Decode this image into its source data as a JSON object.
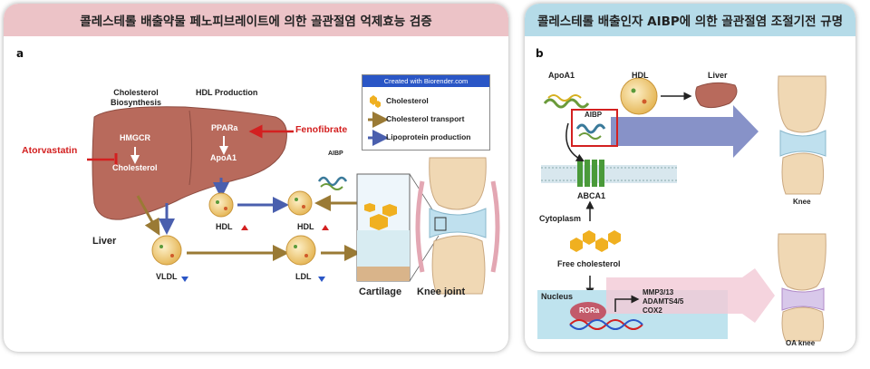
{
  "panel_a": {
    "banner": "콜레스테롤 배출약물 페노피브레이트에 의한 골관절염 억제효능 검증",
    "letter": "a",
    "legend": {
      "header": "Created with Biorender.com",
      "items": [
        "Cholesterol",
        "Cholesterol transport",
        "Lipoprotein production"
      ]
    },
    "labels": {
      "cholesterol_biosynthesis": "Cholesterol\nBiosynthesis",
      "hdl_production": "HDL Production",
      "hmgcr": "HMGCR",
      "cholesterol": "Cholesterol",
      "ppara": "PPARa",
      "apoa1": "ApoA1",
      "atorvastatin": "Atorvastatin",
      "fenofibrate": "Fenofibrate",
      "liver": "Liver",
      "hdl_1": "HDL",
      "hdl_2": "HDL",
      "vldl": "VLDL",
      "ldl": "LDL",
      "aibp": "AIBP",
      "cartilage": "Cartilage",
      "knee_joint": "Knee joint"
    }
  },
  "panel_b": {
    "banner": "콜레스테롤 배출인자 AIBP에 의한 골관절염 조절기전 규명",
    "letter": "b",
    "labels": {
      "apoa1": "ApoA1",
      "hdl": "HDL",
      "liver": "Liver",
      "aibp": "AIBP",
      "abca1": "ABCA1",
      "cytoplasm": "Cytoplasm",
      "free_cholesterol": "Free cholesterol",
      "nucleus": "Nucleus",
      "rora": "RORa",
      "targets": "MMP3/13\nADAMTS4/5\nCOX2",
      "knee": "Knee",
      "oa_knee": "OA knee"
    }
  },
  "colors": {
    "banner_a": "#ecc3c7",
    "banner_b": "#b5dbe8",
    "liver": "#b86a5c",
    "arrow_blue": "#4a5fae",
    "arrow_brown": "#9a7a35",
    "red": "#d32020",
    "cholesterol": "#f0b020"
  }
}
